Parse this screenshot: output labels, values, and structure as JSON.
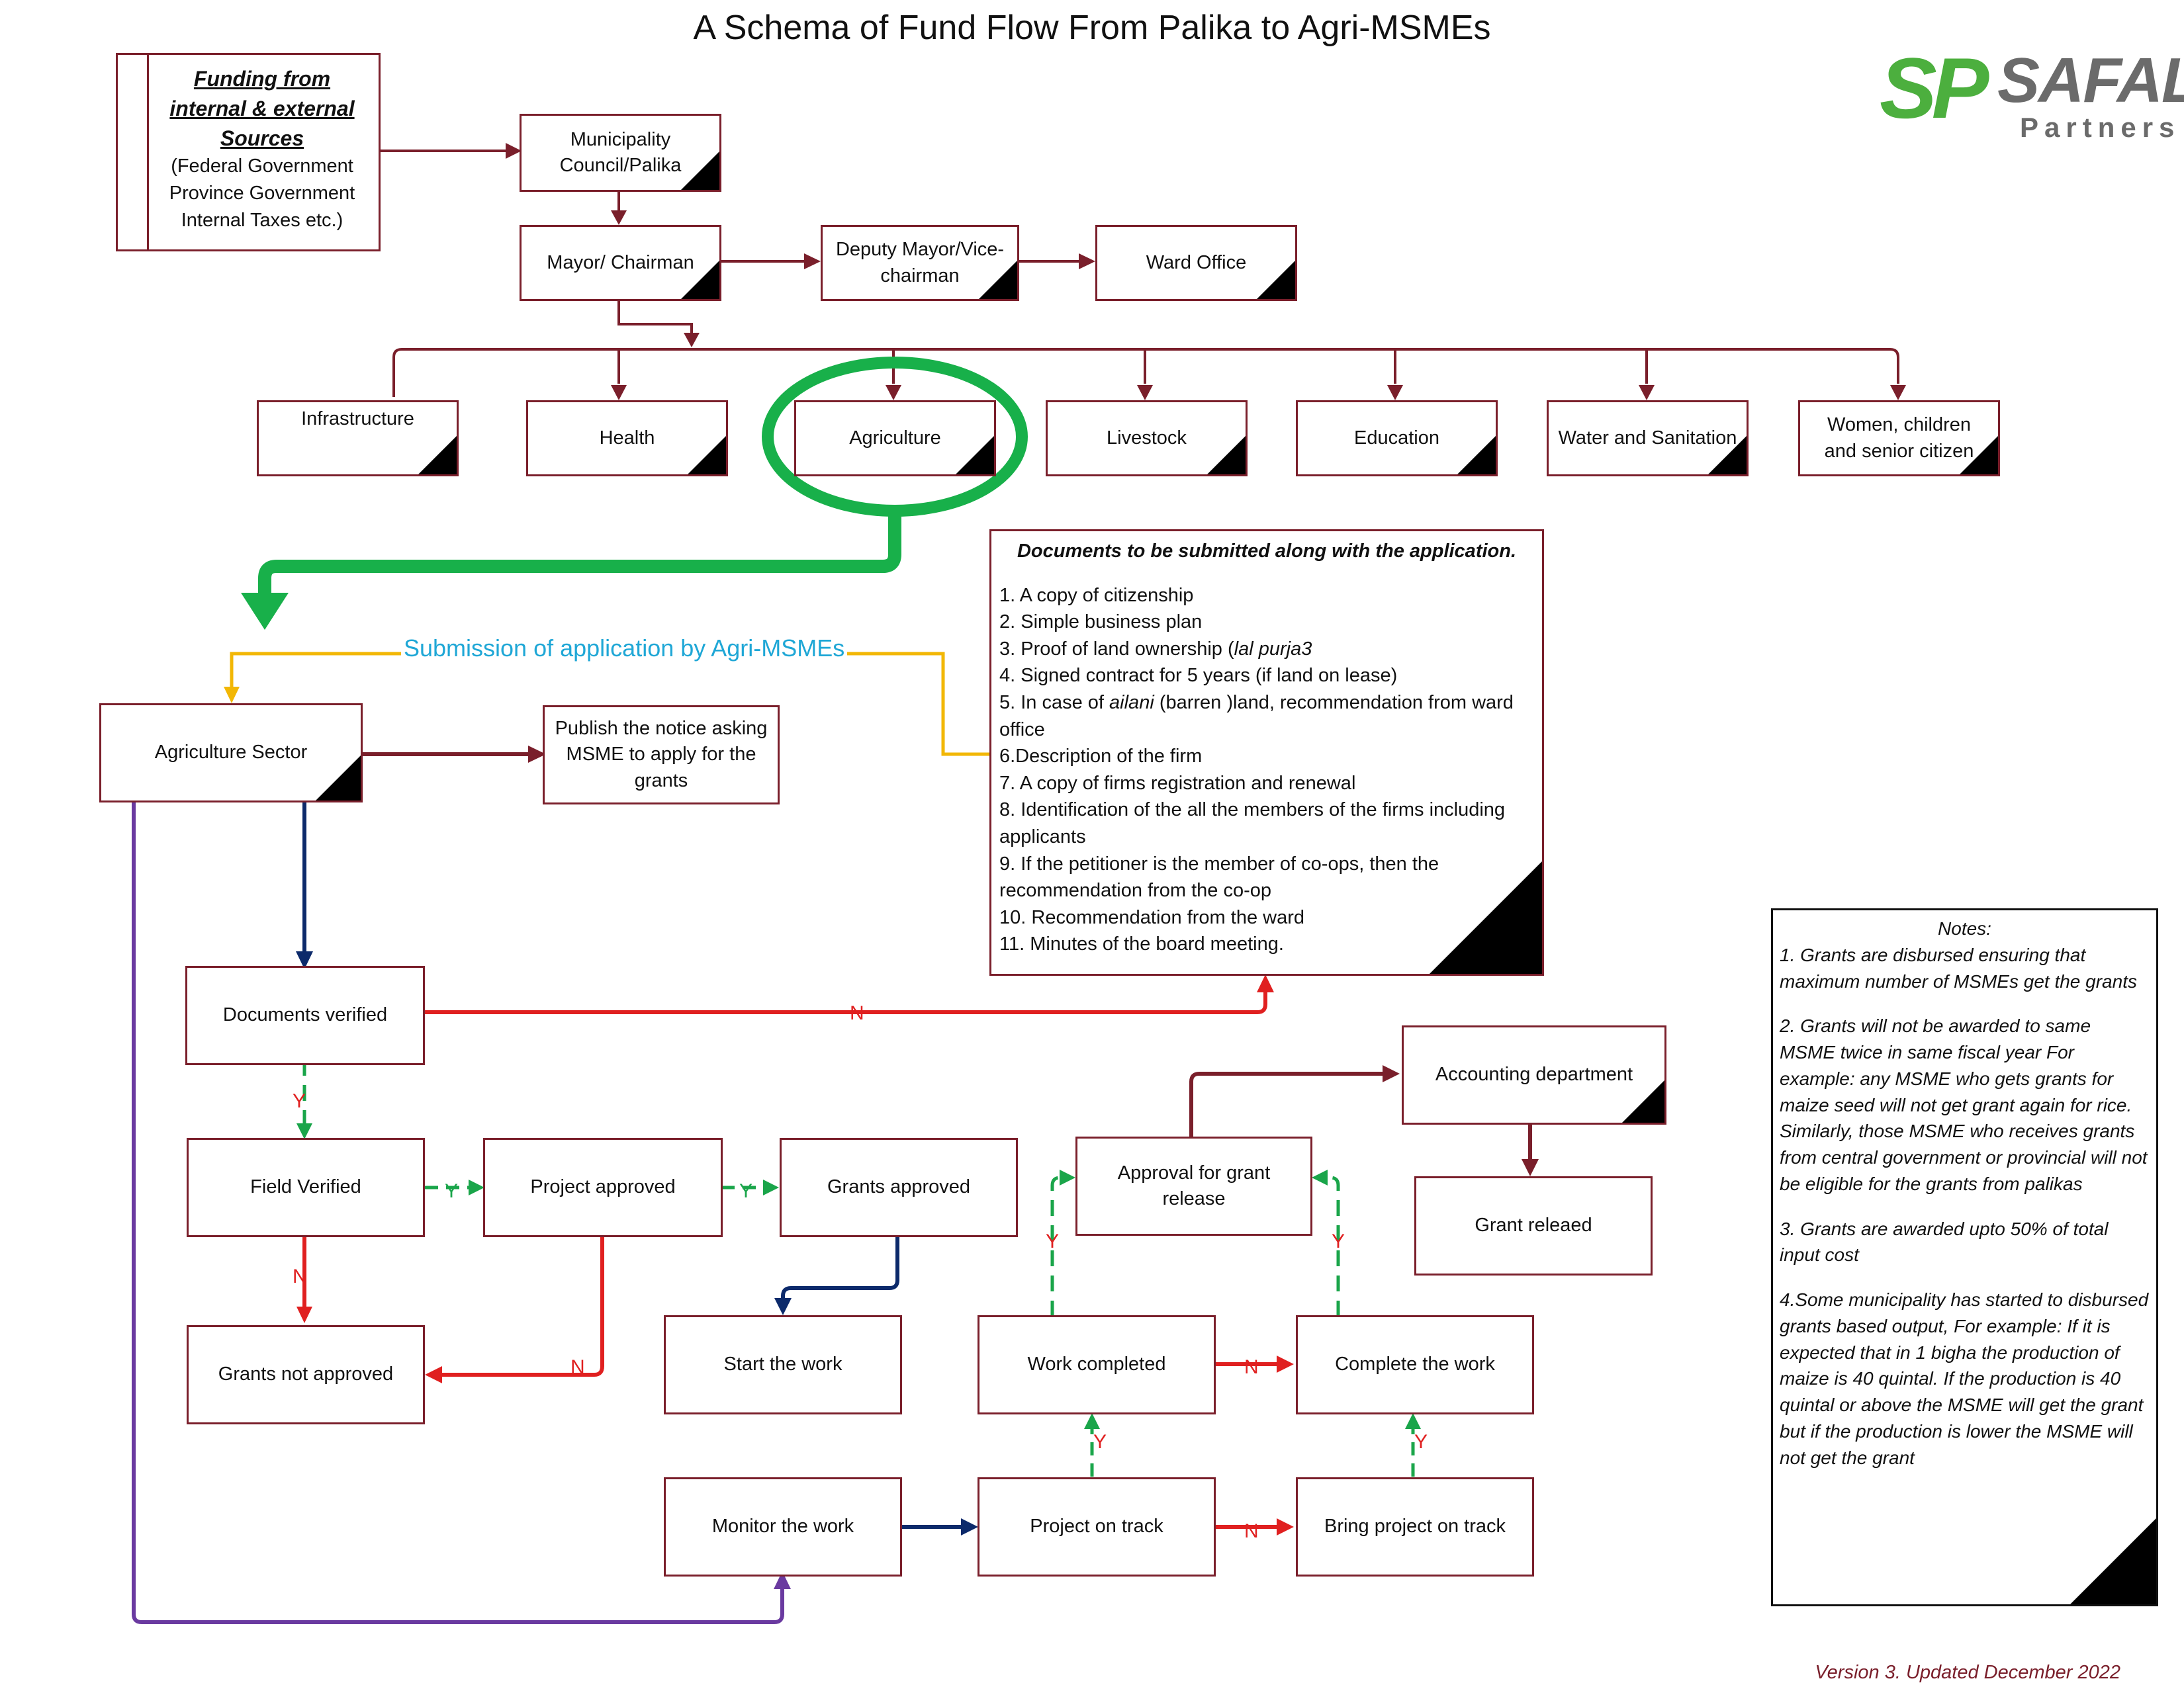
{
  "title": "A Schema of Fund Flow From Palika to Agri-MSMEs",
  "logo": {
    "mark": "SP",
    "name": "SAFAL",
    "sub": "Partners"
  },
  "funding": {
    "heading_lines": [
      "Funding from",
      "internal & external",
      "Sources"
    ],
    "detail_lines": [
      "(Federal Government",
      "Province Government",
      "Internal Taxes etc.)"
    ]
  },
  "nodes": {
    "municipality": "Municipality Council/Palika",
    "mayor": "Mayor/ Chairman",
    "deputy": "Deputy Mayor/Vice-chairman",
    "ward": "Ward Office",
    "infrastructure": "Infrastructure",
    "health": "Health",
    "agriculture": "Agriculture",
    "livestock": "Livestock",
    "education": "Education",
    "water": "Water and Sanitation",
    "women": "Women, children and senior citizen",
    "agri_sector": "Agriculture Sector",
    "publish": "Publish the notice asking MSME to apply for the grants",
    "docs_verified": "Documents verified",
    "field_verified": "Field Verified",
    "project_approved": "Project approved",
    "grants_approved": "Grants  approved",
    "grants_not_approved": "Grants not approved",
    "start_work": "Start the work",
    "approval_release": "Approval for grant release",
    "accounting": "Accounting department",
    "grant_released": "Grant releaed",
    "work_completed": "Work completed",
    "complete_work": "Complete the work",
    "monitor": "Monitor the work",
    "on_track": "Project on track",
    "bring_on_track": "Bring project on track"
  },
  "submission_label": "Submission of application by Agri-MSMEs",
  "documents": {
    "heading": "Documents to be submitted along with the application.",
    "items": [
      "1. A copy of citizenship",
      "2. Simple business plan",
      "3. Proof of land ownership (lal purja3",
      "4. Signed contract for 5 years (if land on lease)",
      "5. In case of ailani (barren )land, recommendation from ward office",
      "6.Description of the firm",
      "7. A copy of firms registration and renewal",
      "8. Identification of the all the members of the firms including applicants",
      "9.  If the petitioner is the member of co-ops, then the recommendation from the co-op",
      "10. Recommendation from the ward",
      "11. Minutes of the board meeting."
    ]
  },
  "notes": {
    "heading": "Notes:",
    "items": [
      "1. Grants are disbursed ensuring that maximum number of MSMEs get the grants",
      "2. Grants will not be awarded to same MSME twice in same fiscal year  For example: any MSME who gets grants for maize seed will not get grant again for rice. Similarly, those MSME who receives grants from central government or provincial will not be eligible for the grants from palikas",
      "3. Grants are awarded upto 50% of total input cost",
      "4.Some municipality has started to disbursed grants based output,  For example: If it is expected that in 1 bigha the production of maize is 40 quintal. If the production is 40 quintal or above the MSME will get the grant but if the production is lower the MSME will not get the grant"
    ]
  },
  "edge_labels": {
    "yes": "Y",
    "no": "N"
  },
  "version": "Version 3. Updated December 2022",
  "colors": {
    "box_border": "#7a1f2b",
    "arrow_maroon": "#7a1f2b",
    "arrow_red": "#e02020",
    "arrow_green": "#1aa54a",
    "arrow_navy": "#0c2a6b",
    "arrow_purple": "#6a3aa0",
    "arrow_yellow": "#f2b705",
    "highlight_green": "#18b04a",
    "submission_text": "#1fa7d6"
  }
}
